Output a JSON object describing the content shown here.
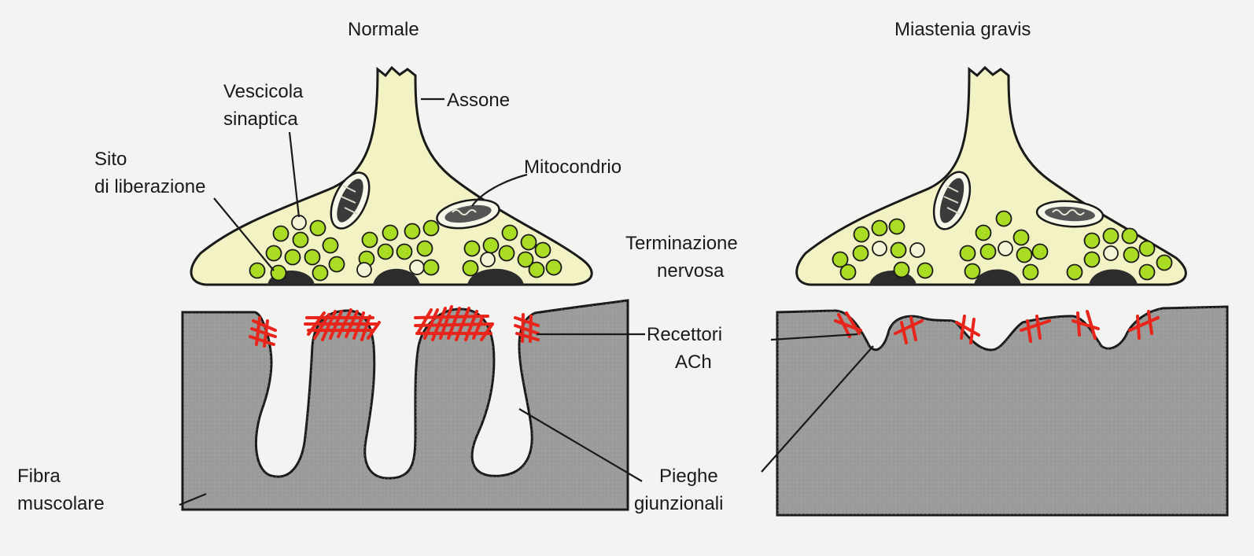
{
  "panels": {
    "normal": {
      "title": "Normale"
    },
    "myasthenia": {
      "title": "Miastenia gravis"
    }
  },
  "labels": {
    "axon": "Assone",
    "synaptic_vesicle": [
      "Vescicola",
      "sinaptica"
    ],
    "release_site": [
      "Sito",
      "di liberazione"
    ],
    "mitochondrion": "Mitocondrio",
    "nerve_terminal": [
      "Terminazione",
      "nervosa"
    ],
    "ach_receptors": [
      "Recettori",
      "ACh"
    ],
    "junctional_folds": [
      "Pieghe",
      "giunzionali"
    ],
    "muscle_fiber": [
      "Fibra",
      "muscolare"
    ]
  },
  "colors": {
    "terminal_fill": "#f2f2c4",
    "vesicle_fill": "#a9dc22",
    "release_site_fill": "#2c2c2c",
    "muscle_fill": "#9b9b99",
    "receptor": "#e8251b",
    "outline": "#1a1a1a"
  }
}
